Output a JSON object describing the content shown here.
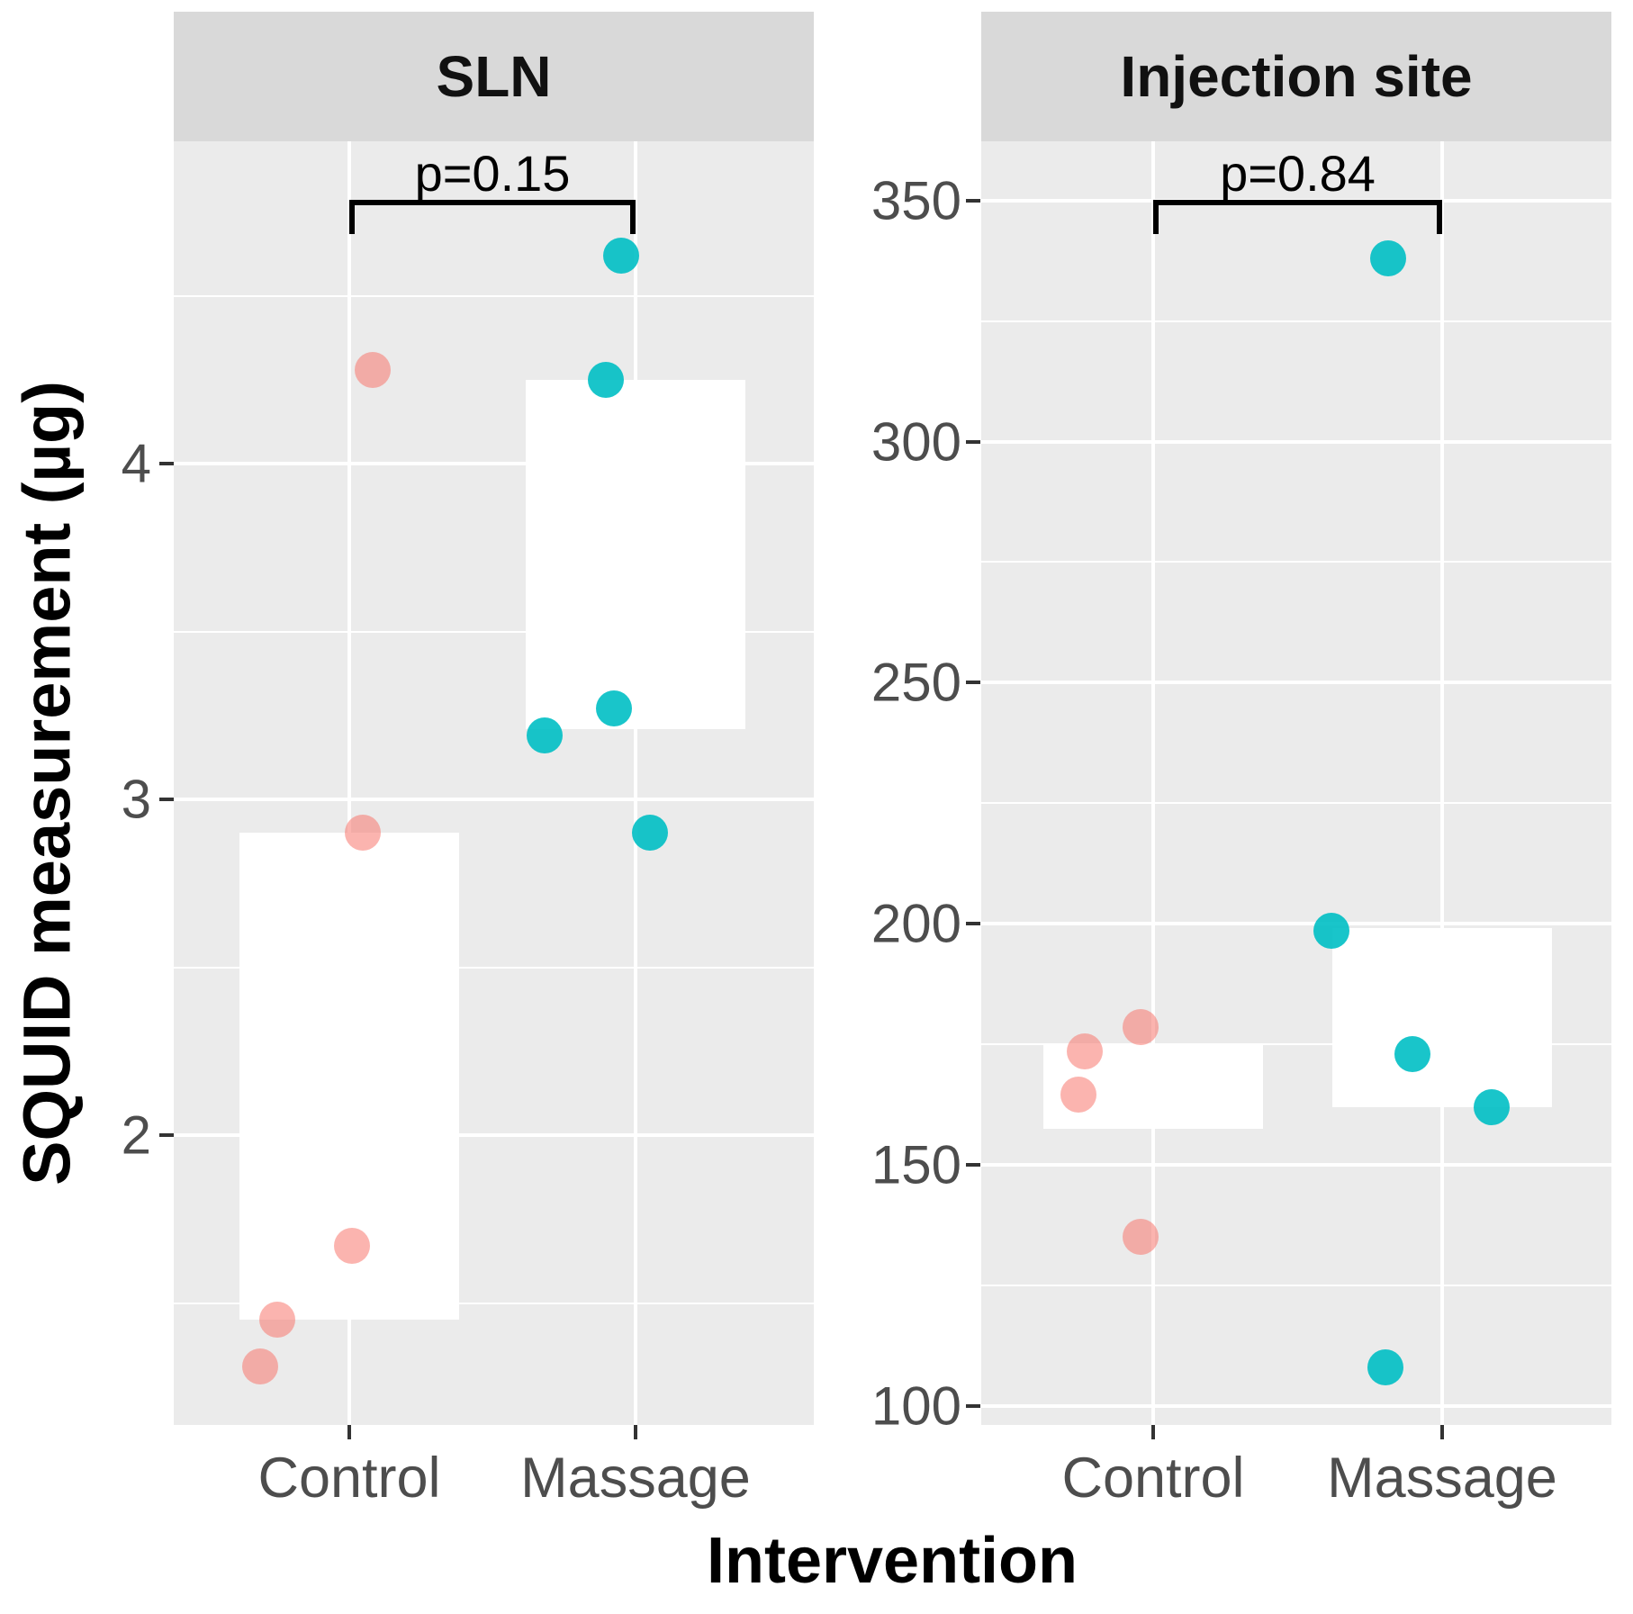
{
  "figure": {
    "y_axis_title": "SQUID measurement (µg)",
    "x_axis_title": "Intervention",
    "colors": {
      "control": "#F8766D",
      "massage": "#00BFC4",
      "panel_bg": "#EBEBEB",
      "strip_bg": "#D9D9D9",
      "gridline": "#FFFFFF",
      "axis_text": "#4D4D4D",
      "tick_mark": "#333333",
      "annotation": "#000000"
    }
  },
  "chart_data": {
    "type": "boxplot",
    "facets": [
      {
        "strip_label": "SLN",
        "p_label": "p=0.15",
        "ylim": [
          1.137,
          4.96
        ],
        "yticks": [
          {
            "v": 4,
            "label": "4"
          },
          {
            "v": 3,
            "label": "3"
          },
          {
            "v": 2,
            "label": "2"
          }
        ],
        "yminor": [
          4.5,
          3.5,
          2.5,
          1.5
        ],
        "categories": [
          "Control",
          "Massage"
        ],
        "series": [
          {
            "name": "Control",
            "color_key": "control",
            "box": {
              "min": 1.3,
              "q1": 1.45,
              "median": 1.67,
              "q3": 2.9,
              "max": 4.28
            },
            "points": [
              {
                "dx": 26,
                "v": 4.28
              },
              {
                "dx": 15,
                "v": 2.9
              },
              {
                "dx": 3,
                "v": 1.67
              },
              {
                "dx": -80,
                "v": 1.45
              },
              {
                "dx": -99,
                "v": 1.31
              }
            ]
          },
          {
            "name": "Massage",
            "color_key": "massage",
            "box": {
              "min": 2.9,
              "q1": 3.21,
              "median": 3.25,
              "q3": 4.25,
              "max": 4.67
            },
            "points": [
              {
                "dx": -16,
                "v": 4.62
              },
              {
                "dx": -33,
                "v": 4.25
              },
              {
                "dx": -24,
                "v": 3.27
              },
              {
                "dx": -101,
                "v": 3.19
              },
              {
                "dx": 16,
                "v": 2.9
              }
            ]
          }
        ]
      },
      {
        "strip_label": "Injection site",
        "p_label": "p=0.84",
        "ylim": [
          96,
          362.3
        ],
        "yticks": [
          {
            "v": 350,
            "label": "350"
          },
          {
            "v": 300,
            "label": "300"
          },
          {
            "v": 250,
            "label": "250"
          },
          {
            "v": 200,
            "label": "200"
          },
          {
            "v": 150,
            "label": "150"
          },
          {
            "v": 100,
            "label": "100"
          }
        ],
        "yminor": [
          325,
          275,
          225,
          175,
          125
        ],
        "categories": [
          "Control",
          "Massage"
        ],
        "series": [
          {
            "name": "Control",
            "color_key": "control",
            "box": {
              "min": 135,
              "q1": 157.5,
              "median": 169,
              "q3": 175,
              "max": 178.5
            },
            "points": [
              {
                "dx": -14,
                "v": 178.5
              },
              {
                "dx": -76,
                "v": 173.5
              },
              {
                "dx": -83,
                "v": 164.5
              },
              {
                "dx": -14,
                "v": 135
              }
            ]
          },
          {
            "name": "Massage",
            "color_key": "massage",
            "box": {
              "min": 108,
              "q1": 162,
              "median": 173,
              "q3": 199,
              "max": 199
            },
            "points": [
              {
                "dx": -60,
                "v": 338
              },
              {
                "dx": -123,
                "v": 198.5
              },
              {
                "dx": -33,
                "v": 173
              },
              {
                "dx": 55,
                "v": 162
              },
              {
                "dx": -63,
                "v": 108
              }
            ]
          }
        ]
      }
    ]
  }
}
